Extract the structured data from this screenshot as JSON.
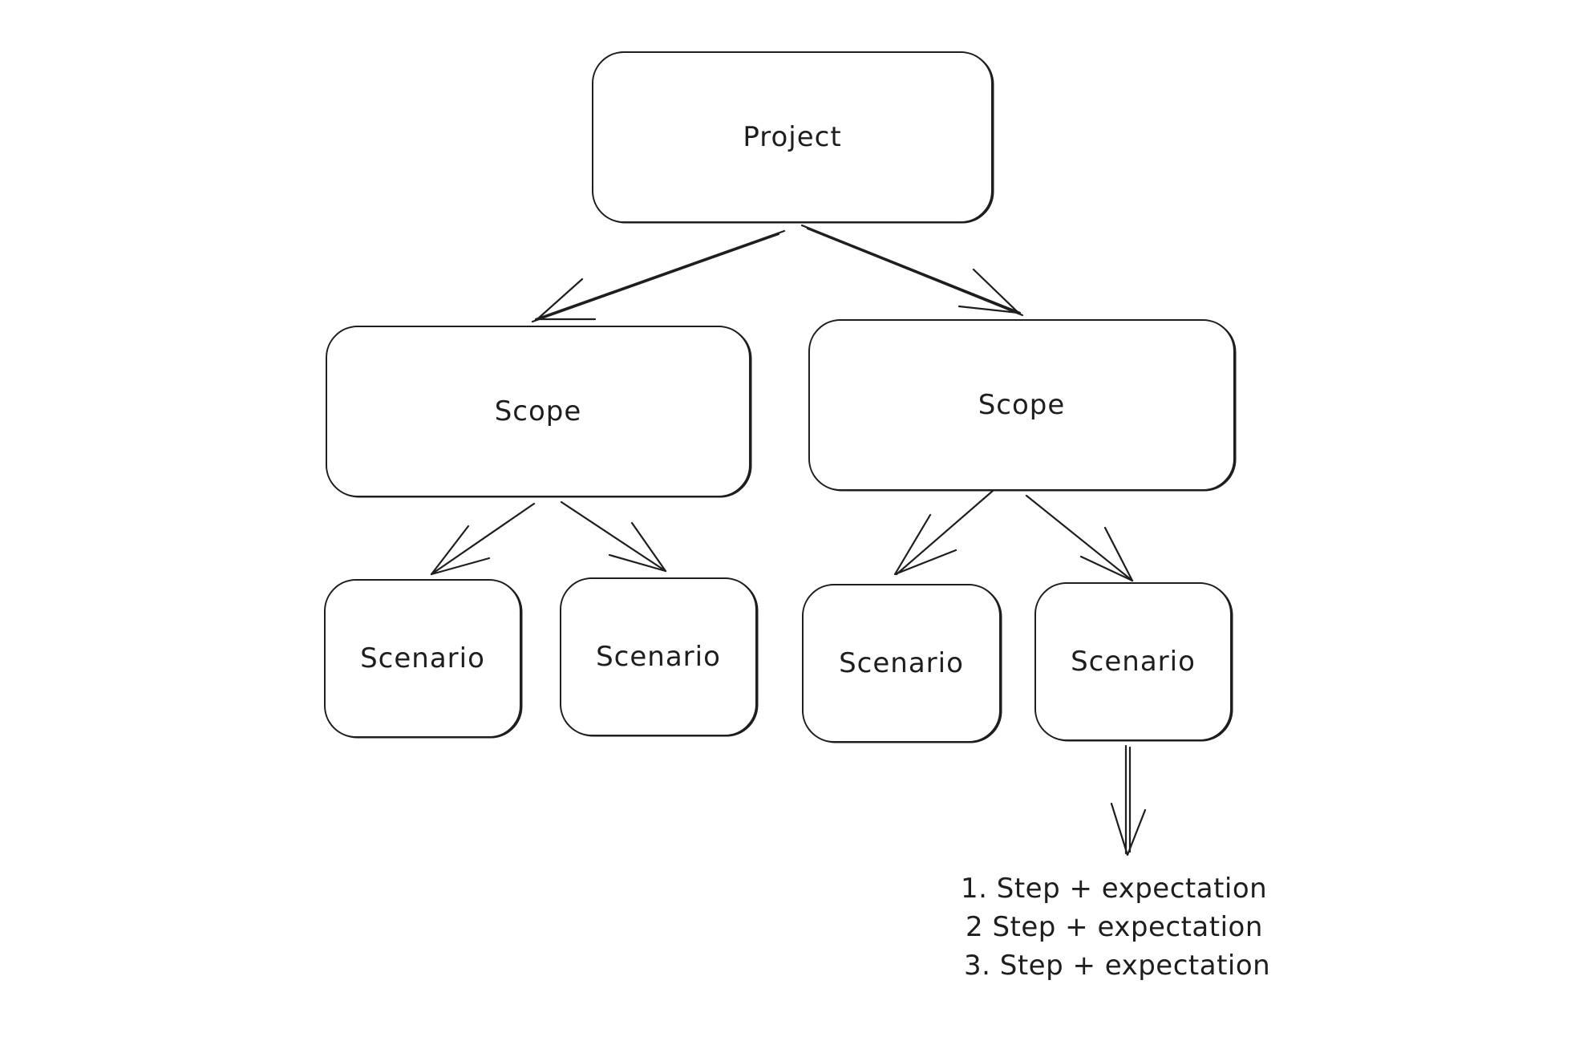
{
  "diagram": {
    "root": {
      "label": "Project"
    },
    "scopes": [
      {
        "label": "Scope",
        "scenarios": [
          {
            "label": "Scenario"
          },
          {
            "label": "Scenario"
          }
        ]
      },
      {
        "label": "Scope",
        "scenarios": [
          {
            "label": "Scenario"
          },
          {
            "label": "Scenario"
          }
        ]
      }
    ],
    "steps": [
      "1. Step + expectation",
      "2 Step + expectation",
      "3. Step + expectation"
    ]
  }
}
